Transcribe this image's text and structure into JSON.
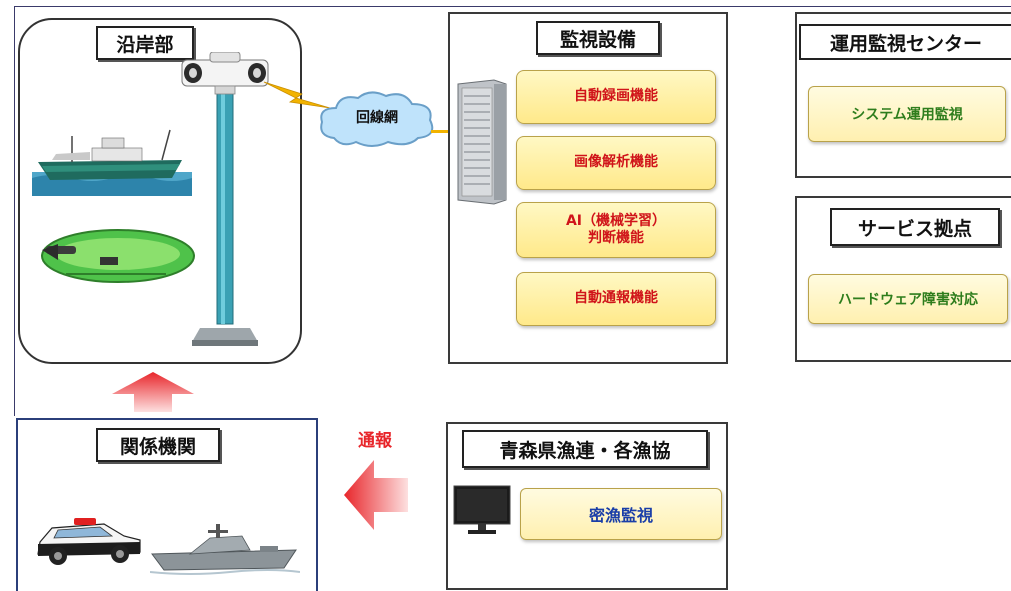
{
  "coastal": {
    "title": "沿岸部"
  },
  "network": {
    "label": "回線網"
  },
  "monitoring": {
    "title": "監視設備",
    "functions": [
      {
        "label": "自動録画機能"
      },
      {
        "label": "画像解析機能"
      },
      {
        "label_line1": "AI（機械学習）",
        "label_line2": "判断機能"
      },
      {
        "label": "自動通報機能"
      }
    ]
  },
  "ops_center": {
    "title": "運用監視センター",
    "item": "システム運用監視"
  },
  "service_base": {
    "title": "サービス拠点",
    "item": "ハードウェア障害対応"
  },
  "agencies": {
    "title": "関係機関"
  },
  "notify": {
    "label": "通報"
  },
  "fishery": {
    "title": "青森県漁連・各漁協",
    "item": "密漁監視"
  },
  "colors": {
    "function_text": "#d0141a",
    "green_text": "#2e7d1c",
    "blue_text": "#1a3ea8",
    "arrow_red": "#e8262b"
  }
}
